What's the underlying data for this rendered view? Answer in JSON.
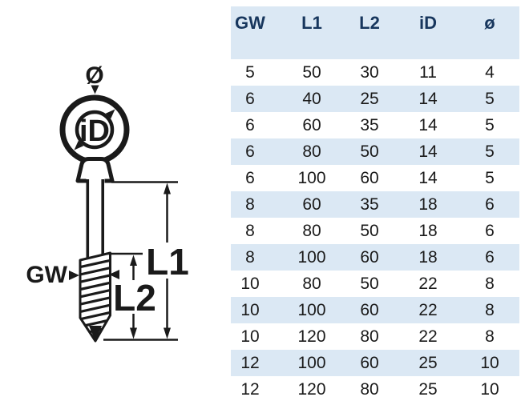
{
  "drawing": {
    "labels": {
      "diameter": "Ø",
      "inner_diameter": "iD",
      "thread": "GW",
      "length_total": "L1",
      "length_thread": "L2"
    }
  },
  "table": {
    "headers": [
      "GW",
      "L1",
      "L2",
      "iD",
      "ø"
    ],
    "rows": [
      [
        5,
        50,
        30,
        11,
        4
      ],
      [
        6,
        40,
        25,
        14,
        5
      ],
      [
        6,
        60,
        35,
        14,
        5
      ],
      [
        6,
        80,
        50,
        14,
        5
      ],
      [
        6,
        100,
        60,
        14,
        5
      ],
      [
        8,
        60,
        35,
        18,
        6
      ],
      [
        8,
        80,
        50,
        18,
        6
      ],
      [
        8,
        100,
        60,
        18,
        6
      ],
      [
        10,
        80,
        50,
        22,
        8
      ],
      [
        10,
        100,
        60,
        22,
        8
      ],
      [
        10,
        120,
        80,
        22,
        8
      ],
      [
        12,
        100,
        60,
        25,
        10
      ],
      [
        12,
        120,
        80,
        25,
        10
      ]
    ]
  },
  "colors": {
    "stripe_bg": "#dbe8f4",
    "header_bg": "#dbe8f4",
    "header_text": "#17365d",
    "data_text": "#1a1a1a",
    "drawing_line": "#1a1a1a"
  }
}
